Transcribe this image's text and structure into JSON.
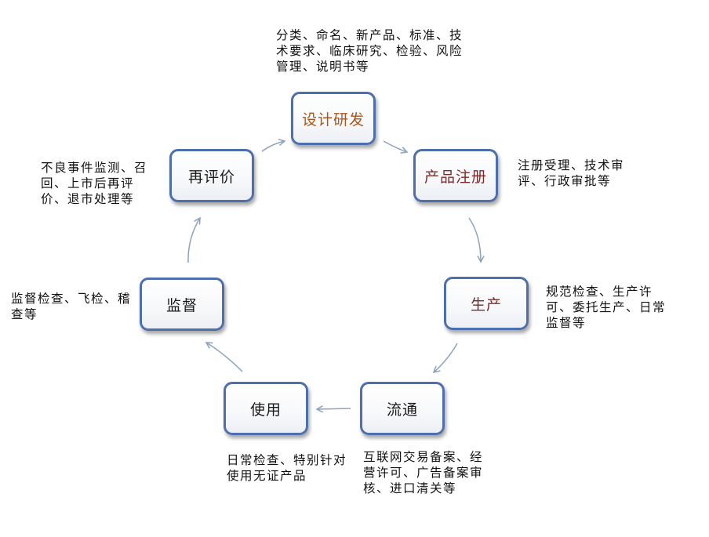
{
  "stages": [
    {
      "label": "设计研发",
      "label_color": "#A9561E",
      "notes": [
        "分类、命名、新产品、标准、技",
        "术要求、临床研究、检验、风险",
        "管理、说明书等"
      ]
    },
    {
      "label": "产品注册",
      "label_color": "#7A2A2A",
      "notes": [
        "注册受理、技术审",
        "评、行政审批等"
      ]
    },
    {
      "label": "生产",
      "label_color": "#7A2A2A",
      "notes": [
        "规范检查、生产许",
        "可、委托生产、日常",
        "监督等"
      ]
    },
    {
      "label": "流通",
      "label_color": "#1A1A1A",
      "notes": [
        "互联网交易备案、经",
        "营许可、广告备案审",
        "核、进口清关等"
      ]
    },
    {
      "label": "使用",
      "label_color": "#1A1A1A",
      "notes": [
        "日常检查、特别针对",
        "使用无证产品"
      ]
    },
    {
      "label": "监督",
      "label_color": "#1A1A1A",
      "notes": [
        "监督检查、飞检、稽",
        "查等"
      ]
    },
    {
      "label": "再评价",
      "label_color": "#1A1A1A",
      "notes": [
        "不良事件监测、召",
        "回、上市后再评",
        "价、退市处理等"
      ]
    }
  ],
  "colors": {
    "node_border": "#4E6FAE",
    "arrow": "#8DA2BE"
  }
}
